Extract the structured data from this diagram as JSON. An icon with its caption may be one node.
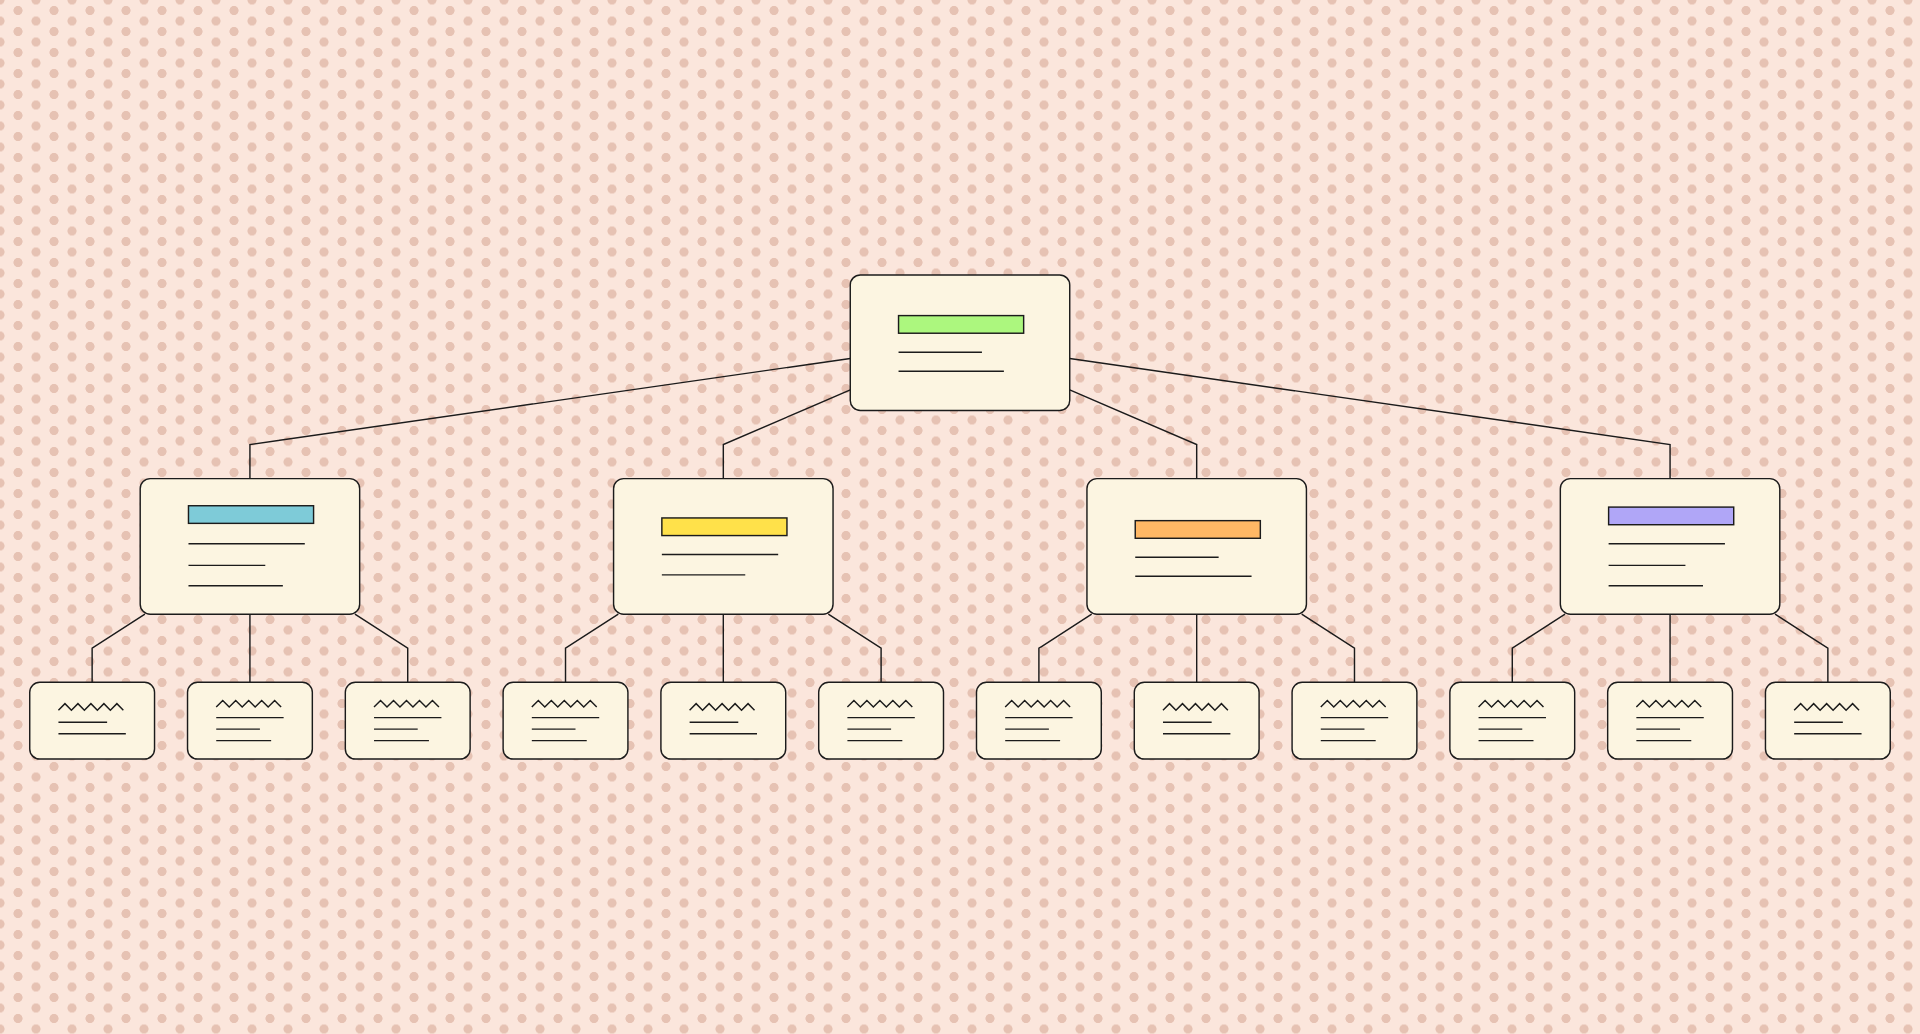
{
  "diagram": {
    "nodes": [
      {
        "text": [],
        "shape": "box"
      },
      {
        "text": [],
        "shape": "box"
      },
      {
        "text": [],
        "shape": "box"
      },
      {
        "text": [],
        "shape": "box"
      },
      {
        "text": [],
        "shape": "box"
      },
      {
        "text": [],
        "shape": "box"
      },
      {
        "text": [],
        "shape": "box"
      },
      {
        "text": [],
        "shape": "box"
      },
      {
        "text": [],
        "shape": "box"
      },
      {
        "text": [],
        "shape": "box"
      },
      {
        "text": [],
        "shape": "box"
      },
      {
        "text": [],
        "shape": "box"
      },
      {
        "text": [],
        "shape": "box"
      },
      {
        "text": [],
        "shape": "box"
      },
      {
        "text": [],
        "shape": "box"
      },
      {
        "text": [],
        "shape": "box"
      },
      {
        "text": [],
        "shape": "box"
      }
    ],
    "edges": [
      {
        "from": 0,
        "to": 1,
        "arrow": "none"
      },
      {
        "from": 0,
        "to": 5,
        "arrow": "none"
      },
      {
        "from": 0,
        "to": 9,
        "arrow": "none"
      },
      {
        "from": 0,
        "to": 13,
        "arrow": "none"
      },
      {
        "from": 1,
        "to": 2,
        "arrow": "none"
      },
      {
        "from": 1,
        "to": 3,
        "arrow": "none"
      },
      {
        "from": 1,
        "to": 4,
        "arrow": "none"
      },
      {
        "from": 5,
        "to": 6,
        "arrow": "none"
      },
      {
        "from": 5,
        "to": 7,
        "arrow": "none"
      },
      {
        "from": 5,
        "to": 8,
        "arrow": "none"
      },
      {
        "from": 9,
        "to": 10,
        "arrow": "none"
      },
      {
        "from": 9,
        "to": 11,
        "arrow": "none"
      },
      {
        "from": 9,
        "to": 12,
        "arrow": "none"
      },
      {
        "from": 13,
        "to": 14,
        "arrow": "none"
      },
      {
        "from": 13,
        "to": 15,
        "arrow": "none"
      },
      {
        "from": 13,
        "to": 16,
        "arrow": "none"
      }
    ]
  }
}
